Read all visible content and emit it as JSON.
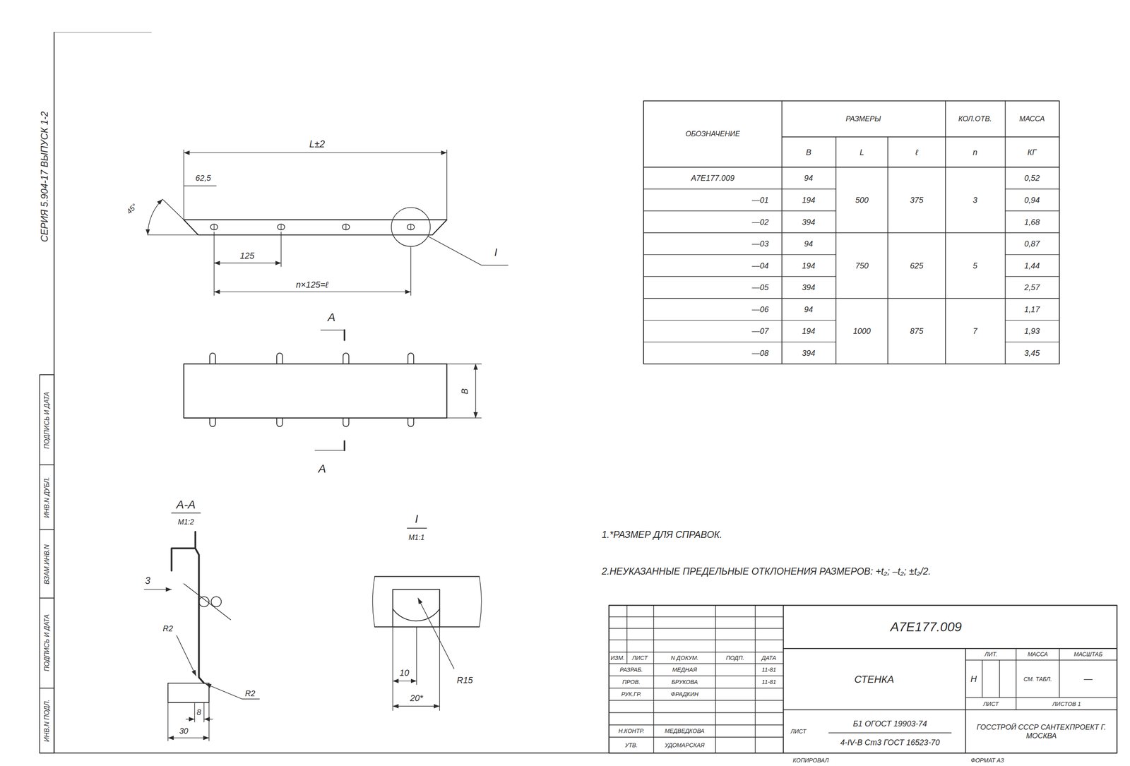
{
  "diagram": {
    "labels": [
      "СЕРИЯ 5.904-17 ВЫПУСК 1-2",
      "ИНВ.N ПОДЛ.",
      "ПОДПИСЬ И ДАТА",
      "ВЗАМ.ИНВ.N",
      "ИНВ.N ДУБЛ.",
      "ПОДПИСЬ И ДАТА",
      "L±2",
      "62,5",
      "45°",
      "125",
      "n×125=ℓ",
      "I",
      "А",
      "В",
      "А",
      "А-А",
      "М1:2",
      "3",
      "R2",
      "R2",
      "8",
      "30",
      "I",
      "М1:1",
      "10",
      "20*",
      "R15",
      "ОБОЗНАЧЕНИЕ",
      "РАЗМЕРЫ",
      "КОЛ.ОТВ.",
      "МАССА",
      "В",
      "L",
      "ℓ",
      "n",
      "КГ",
      "А7Е177.009",
      "94",
      "500",
      "375",
      "3",
      "0,52",
      "—01",
      "194",
      "0,94",
      "—02",
      "394",
      "1,68",
      "—03",
      "94",
      "750",
      "625",
      "5",
      "0,87",
      "—04",
      "194",
      "1,44",
      "—05",
      "394",
      "2,57",
      "—06",
      "94",
      "1000",
      "875",
      "7",
      "1,17",
      "—07",
      "194",
      "1,93",
      "—08",
      "394",
      "3,45",
      "1.*РАЗМЕР ДЛЯ СПРАВОК.",
      "2.НЕУКАЗАННЫЕ ПРЕДЕЛЬНЫЕ ОТКЛОНЕНИЯ РАЗМЕРОВ: +t₂; –t₂; ±t₂/2.",
      "А7Е177.009",
      "ИЗМ.",
      "ЛИСТ",
      "N ДОКУМ.",
      "ПОДП.",
      "ДАТА",
      "РАЗРАБ.",
      "МЕДНАЯ",
      "11-81",
      "ПРОВ.",
      "БРУКОВА",
      "11-81",
      "РУК.ГР.",
      "ФРАДКИН",
      "Н.КОНТР.",
      "МЕДВЕДКОВА",
      "УТВ.",
      "УДОМАРСКАЯ",
      "СТЕНКА",
      "ЛИТ.",
      "МАССА",
      "МАСШТАБ",
      "Н",
      "СМ. ТАБЛ.",
      "—",
      "ЛИСТ",
      "ЛИСТОВ 1",
      "ЛИСТ",
      "Б1 ОГОСТ 19903-74",
      "4-IV-В Ст3 ГОСТ 16523-70",
      "ГОССТРОЙ СССР САНТЕХПРОЕКТ Г. МОСКВА",
      "КОПИРОВАЛ",
      "ФОРМАТ А3"
    ]
  }
}
